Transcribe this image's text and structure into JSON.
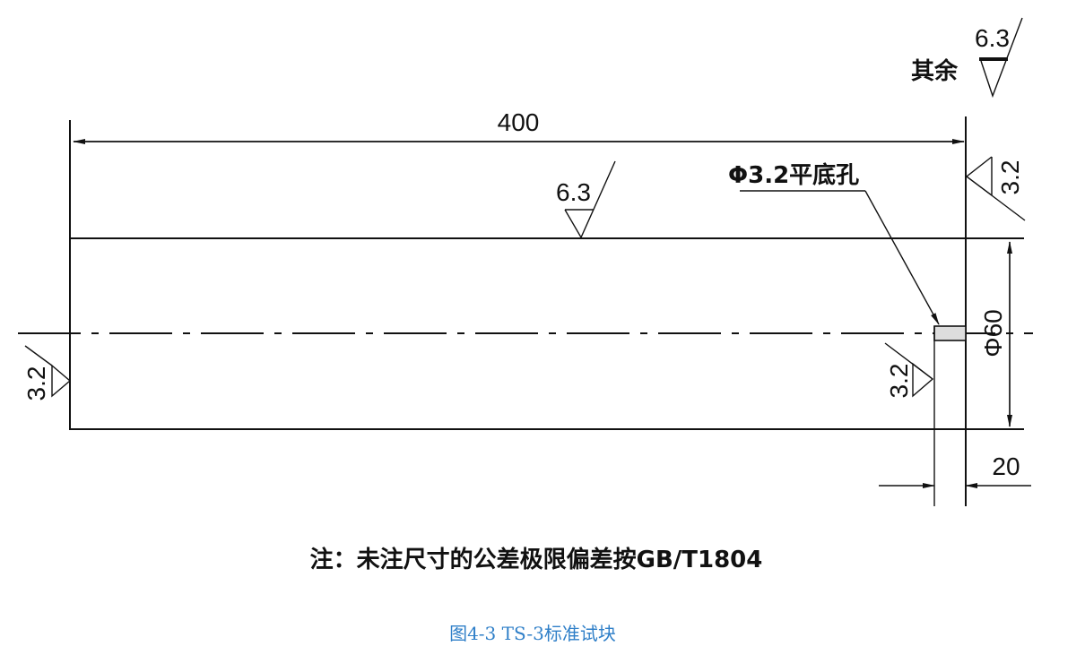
{
  "drawing": {
    "length_dimension": "400",
    "diameter_dimension": "Φ60",
    "hole_offset_dimension": "20",
    "hole_callout": "Φ3.2平底孔",
    "roughness": {
      "top_surface": "6.3",
      "left_end": "3.2",
      "hole_end": "3.2",
      "right_end": "3.2",
      "general_label": "其余",
      "general_value": "6.3"
    }
  },
  "note": "注：未注尺寸的公差极限偏差按GB/T1804",
  "caption": "图4-3 TS-3标准试块",
  "colors": {
    "lines": "#111111",
    "caption": "#2f7fc8"
  }
}
